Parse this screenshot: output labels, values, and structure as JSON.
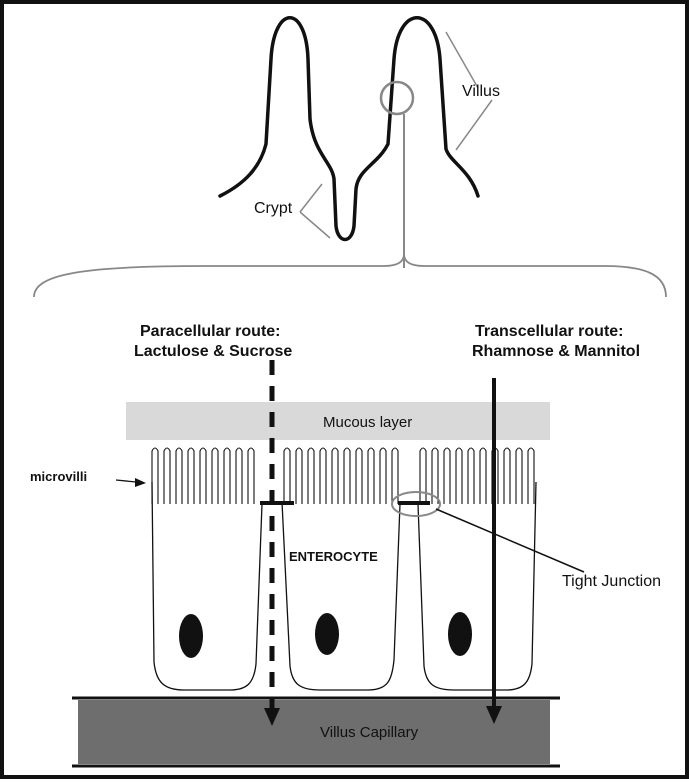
{
  "labels": {
    "villus": "Villus",
    "crypt": "Crypt",
    "paracellular_title": "Paracellular route:",
    "paracellular_sugars": "Lactulose & Sucrose",
    "transcellular_title": "Transcellular route:",
    "transcellular_sugars": "Rhamnose & Mannitol",
    "mucous_layer": "Mucous layer",
    "microvilli": "microvilli",
    "enterocyte": "ENTEROCYTE",
    "tight_junction": "Tight Junction",
    "villus_capillary": "Villus Capillary"
  },
  "colors": {
    "line": "#111111",
    "mucous_fill": "#d9d9d9",
    "capillary_fill": "#6e6e6e",
    "callout_gray": "#888888",
    "background": "#ffffff"
  }
}
